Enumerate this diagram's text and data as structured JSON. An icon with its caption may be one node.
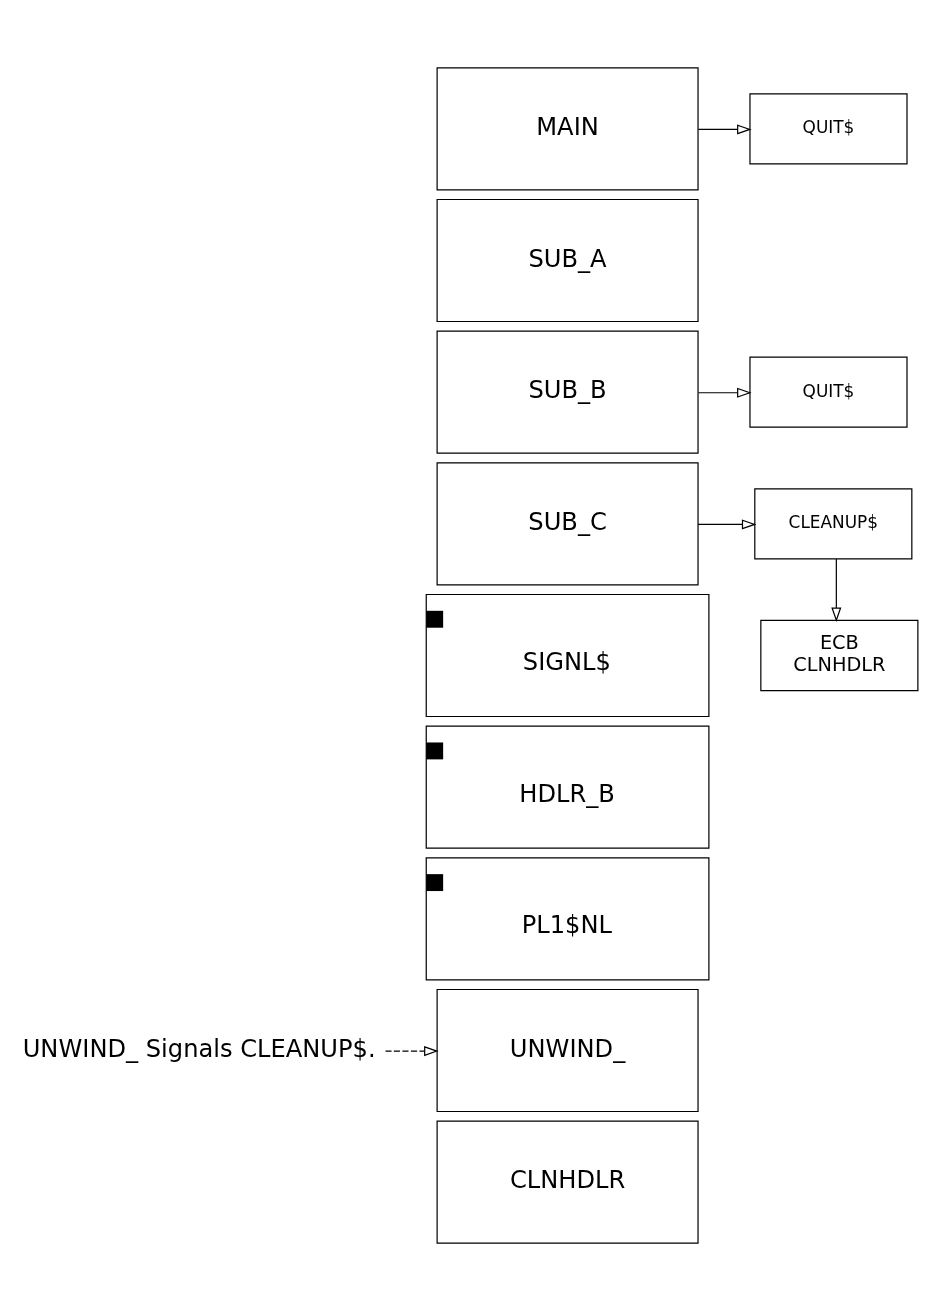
{
  "diagram": {
    "nodes": [
      {
        "text": [
          "MAIN"
        ]
      },
      {
        "text": [
          "SUB_A"
        ]
      },
      {
        "text": [
          "SUB_B"
        ]
      },
      {
        "text": [
          "SUB_C"
        ]
      },
      {
        "text": [
          "SIGNL$"
        ]
      },
      {
        "text": [
          "HDLR_B"
        ]
      },
      {
        "text": [
          "PL1$NL"
        ]
      },
      {
        "text": [
          "UNWIND_"
        ]
      },
      {
        "text": [
          "CLNHDLR"
        ]
      },
      {
        "text": [
          "QUIT$"
        ]
      },
      {
        "text": [
          "QUIT$"
        ]
      },
      {
        "text": [
          "CLEANUP$"
        ]
      },
      {
        "text": [
          "ECB",
          "CLNHDLR"
        ]
      },
      {
        "text": [
          "UNWIND_ Signals CLEANUP$."
        ]
      }
    ],
    "edges": [
      {
        "from": 0,
        "to": 9,
        "arrow": "to"
      },
      {
        "from": 2,
        "to": 10,
        "arrow": "to"
      },
      {
        "from": 3,
        "to": 11,
        "arrow": "to"
      },
      {
        "from": 11,
        "to": 12,
        "arrow": "to"
      },
      {
        "from": 13,
        "to": 7,
        "arrow": "to",
        "style": "dashed"
      }
    ]
  }
}
